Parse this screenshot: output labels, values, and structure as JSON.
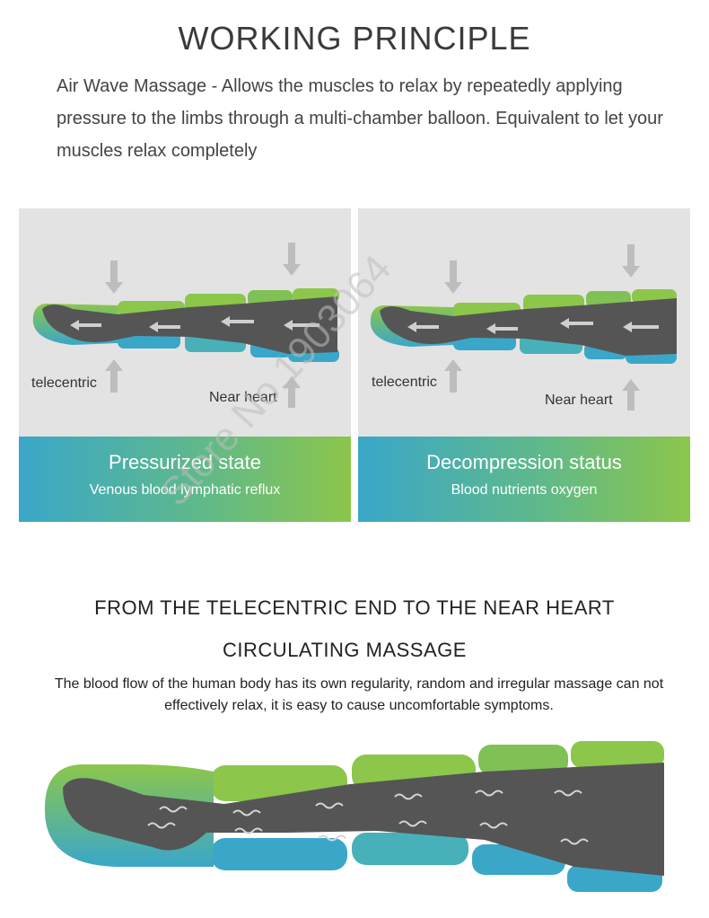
{
  "title": "WORKING PRINCIPLE",
  "intro": "Air Wave Massage - Allows the muscles to relax by repeatedly applying pressure to the limbs through a multi-chamber balloon. Equivalent to let your muscles relax completely",
  "panels": [
    {
      "label_far": "telecentric",
      "label_near": "Near heart",
      "banner_title": "Pressurized state",
      "banner_subtitle": "Venous blood lymphatic reflux"
    },
    {
      "label_far": "telecentric",
      "label_near": "Near heart",
      "banner_title": "Decompression status",
      "banner_subtitle": "Blood nutrients oxygen"
    }
  ],
  "section2": {
    "heading_line1": "FROM THE TELECENTRIC END TO THE NEAR HEART",
    "heading_line2": "CIRCULATING MASSAGE",
    "paragraph": "The blood flow of the human body has its own regularity, random and irregular massage can not effectively relax, it is easy to cause uncomfortable symptoms."
  },
  "watermark": "Store No.1903064",
  "colors": {
    "green": "#8cc64b",
    "teal": "#3aa7c9",
    "leg": "#555555",
    "panel_bg": "#e3e3e3"
  }
}
